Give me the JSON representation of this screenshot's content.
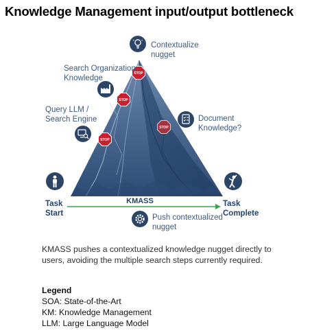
{
  "title": "Knowledge Management input/output bottleneck",
  "diagram": {
    "steps": {
      "contextualize": [
        "Contextualize",
        "nugget"
      ],
      "search_org": [
        "Search Organization",
        "Knowledge"
      ],
      "query_llm": [
        "Query LLM /",
        "Search Engine"
      ],
      "document": [
        "Document",
        "Knowledge?"
      ],
      "push": [
        "Push contextualized",
        "nugget"
      ]
    },
    "task_start": [
      "Task",
      "Start"
    ],
    "task_complete": [
      "Task",
      "Complete"
    ],
    "arrow_label": "KMASS",
    "stop_label": "STOP",
    "icons": [
      "lightbulb-icon",
      "factory-icon",
      "computer-search-icon",
      "checklist-icon",
      "gear-icon",
      "person-standing-icon",
      "person-celebrating-icon",
      "stop-sign-icon"
    ],
    "colors": {
      "mountain_dark": "#2b4a73",
      "mountain_mid": "#4d6c93",
      "mountain_light": "#8fa7c3",
      "icon_circle": "#2c4466",
      "stop_red": "#c8202e",
      "arrow_green": "#3aa14a",
      "label_blue": "#3e5a80"
    }
  },
  "description": "KMASS pushes a contextualized knowledge nugget directly to users, avoiding the multiple search steps currently required.",
  "legend": {
    "title": "Legend",
    "items": [
      "SOA: State-of-the-Art",
      "KM: Knowledge Management",
      "LLM: Large Language Model"
    ]
  }
}
